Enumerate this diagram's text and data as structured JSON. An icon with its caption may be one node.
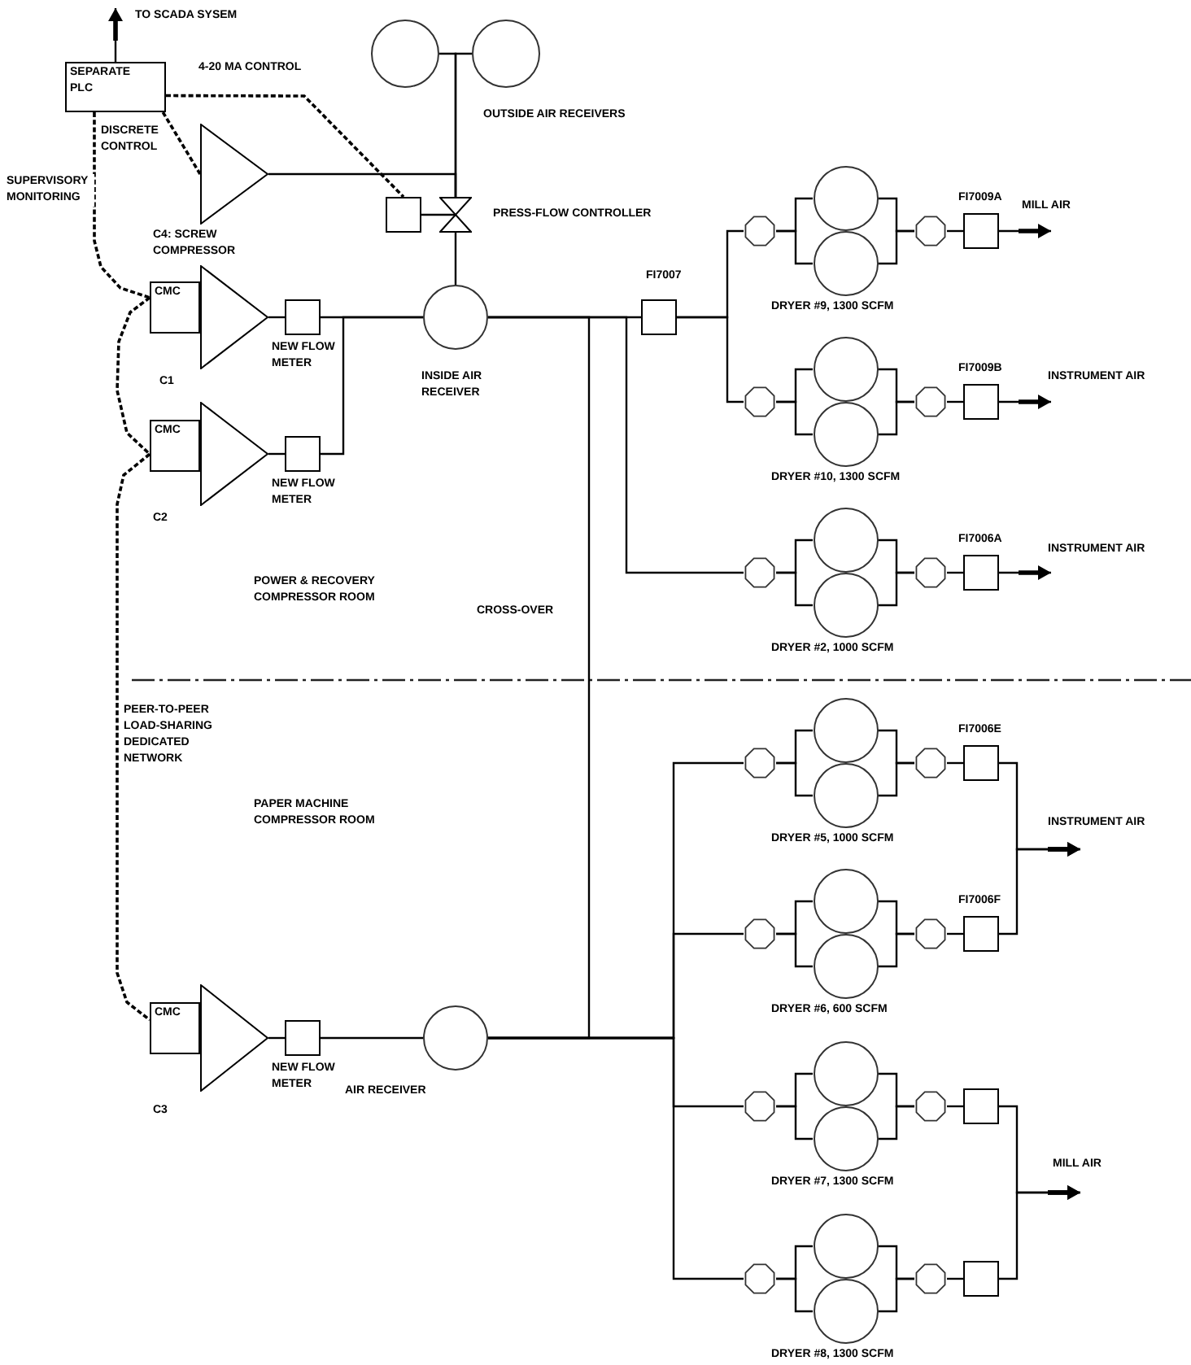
{
  "diagram": {
    "nodes": [
      {
        "text": [
          "SEPARATE PLC"
        ]
      },
      {
        "text": [],
        "shape": "circle"
      },
      {
        "text": [],
        "shape": "circle"
      },
      {
        "text": [],
        "shape": "triangle",
        "beside": [
          "C4: SCREW COMPRESSOR"
        ]
      },
      {
        "text": [],
        "shape": "box"
      },
      {
        "text": [],
        "shape": "valve",
        "beside": [
          "PRESS-FLOW CONTROLLER"
        ]
      },
      {
        "text": [
          "CMC"
        ]
      },
      {
        "text": [],
        "shape": "triangle",
        "beside": [
          "C1"
        ]
      },
      {
        "text": [],
        "shape": "box",
        "beside": [
          "NEW FLOW METER"
        ]
      },
      {
        "text": [
          "CMC"
        ]
      },
      {
        "text": [],
        "shape": "triangle",
        "beside": [
          "C2"
        ]
      },
      {
        "text": [],
        "shape": "box",
        "beside": [
          "NEW FLOW METER"
        ]
      },
      {
        "text": [],
        "shape": "circle",
        "beside": [
          "INSIDE AIR RECEIVER"
        ]
      },
      {
        "text": [],
        "shape": "box",
        "beside": [
          "FI7007"
        ]
      },
      {
        "text": [],
        "shape": "octagon"
      },
      {
        "text": [],
        "shape": "circle"
      },
      {
        "text": [],
        "shape": "circle",
        "beside": [
          "DRYER #9, 1300 SCFM"
        ]
      },
      {
        "text": [],
        "shape": "octagon"
      },
      {
        "text": [],
        "shape": "box",
        "beside": [
          "FI7009A"
        ]
      },
      {
        "text": [],
        "shape": "octagon"
      },
      {
        "text": [],
        "shape": "circle"
      },
      {
        "text": [],
        "shape": "circle",
        "beside": [
          "DRYER #10, 1300 SCFM"
        ]
      },
      {
        "text": [],
        "shape": "octagon"
      },
      {
        "text": [],
        "shape": "box",
        "beside": [
          "FI7009B"
        ]
      },
      {
        "text": [],
        "shape": "octagon"
      },
      {
        "text": [],
        "shape": "circle"
      },
      {
        "text": [],
        "shape": "circle",
        "beside": [
          "DRYER #2, 1000 SCFM"
        ]
      },
      {
        "text": [],
        "shape": "octagon"
      },
      {
        "text": [],
        "shape": "box",
        "beside": [
          "FI7006A"
        ]
      },
      {
        "text": [
          "CMC"
        ]
      },
      {
        "text": [],
        "shape": "triangle",
        "beside": [
          "C3"
        ]
      },
      {
        "text": [],
        "shape": "box",
        "beside": [
          "NEW FLOW METER"
        ]
      },
      {
        "text": [],
        "shape": "circle",
        "beside": [
          "AIR RECEIVER"
        ]
      },
      {
        "text": [],
        "shape": "octagon"
      },
      {
        "text": [],
        "shape": "circle"
      },
      {
        "text": [],
        "shape": "circle",
        "beside": [
          "DRYER #5, 1000 SCFM"
        ]
      },
      {
        "text": [],
        "shape": "octagon"
      },
      {
        "text": [],
        "shape": "box",
        "beside": [
          "FI7006E"
        ]
      },
      {
        "text": [],
        "shape": "octagon"
      },
      {
        "text": [],
        "shape": "circle"
      },
      {
        "text": [],
        "shape": "circle",
        "beside": [
          "DRYER #6, 600 SCFM"
        ]
      },
      {
        "text": [],
        "shape": "octagon"
      },
      {
        "text": [],
        "shape": "box",
        "beside": [
          "FI7006F"
        ]
      },
      {
        "text": [],
        "shape": "octagon"
      },
      {
        "text": [],
        "shape": "circle"
      },
      {
        "text": [],
        "shape": "circle",
        "beside": [
          "DRYER #7, 1300 SCFM"
        ]
      },
      {
        "text": [],
        "shape": "octagon"
      },
      {
        "text": [],
        "shape": "box"
      },
      {
        "text": [],
        "shape": "octagon"
      },
      {
        "text": [],
        "shape": "circle"
      },
      {
        "text": [],
        "shape": "circle",
        "beside": [
          "DRYER #8, 1300 SCFM"
        ]
      },
      {
        "text": [],
        "shape": "octagon"
      },
      {
        "text": [],
        "shape": "box"
      }
    ],
    "edges": [
      {
        "from": 0,
        "to": null,
        "arrow": "to",
        "label": "TO SCADA SYSEM"
      },
      {
        "from": 0,
        "to": 4,
        "arrow": "none",
        "style": "dashed",
        "label": "4-20 MA CONTROL"
      },
      {
        "from": 0,
        "to": 3,
        "arrow": "none",
        "style": "dashed",
        "label": "DISCRETE CONTROL"
      },
      {
        "from": 0,
        "to": 6,
        "arrow": "none",
        "style": "dashed",
        "label": "SUPERVISORY MONITORING"
      },
      {
        "from": 6,
        "to": 9,
        "arrow": "none",
        "style": "dashed"
      },
      {
        "from": 9,
        "to": 29,
        "arrow": "none",
        "style": "dashed",
        "label": "PEER-TO-PEER LOAD-SHARING DEDICATED NETWORK"
      },
      {
        "from": 1,
        "to": 5,
        "arrow": "none"
      },
      {
        "from": 2,
        "to": 5,
        "arrow": "none"
      },
      {
        "from": 3,
        "to": 5,
        "arrow": "none"
      },
      {
        "from": 4,
        "to": 5,
        "arrow": "none"
      },
      {
        "from": 5,
        "to": 12,
        "arrow": "none"
      },
      {
        "from": 7,
        "to": 8,
        "arrow": "none"
      },
      {
        "from": 10,
        "to": 11,
        "arrow": "none"
      },
      {
        "from": 8,
        "to": 12,
        "arrow": "none"
      },
      {
        "from": 11,
        "to": 12,
        "arrow": "none"
      },
      {
        "from": 12,
        "to": 13,
        "arrow": "none"
      },
      {
        "from": 12,
        "to": 24,
        "arrow": "none"
      },
      {
        "from": 12,
        "to": 32,
        "arrow": "none",
        "label": "CROSS-OVER"
      },
      {
        "from": 13,
        "to": 14,
        "arrow": "none"
      },
      {
        "from": 13,
        "to": 19,
        "arrow": "none"
      },
      {
        "from": 14,
        "to": 15,
        "arrow": "none"
      },
      {
        "from": 14,
        "to": 16,
        "arrow": "none"
      },
      {
        "from": 15,
        "to": 17,
        "arrow": "none"
      },
      {
        "from": 16,
        "to": 17,
        "arrow": "none"
      },
      {
        "from": 17,
        "to": 18,
        "arrow": "none"
      },
      {
        "from": 19,
        "to": 20,
        "arrow": "none"
      },
      {
        "from": 19,
        "to": 21,
        "arrow": "none"
      },
      {
        "from": 20,
        "to": 22,
        "arrow": "none"
      },
      {
        "from": 21,
        "to": 22,
        "arrow": "none"
      },
      {
        "from": 22,
        "to": 23,
        "arrow": "none"
      },
      {
        "from": 24,
        "to": 25,
        "arrow": "none"
      },
      {
        "from": 24,
        "to": 26,
        "arrow": "none"
      },
      {
        "from": 25,
        "to": 27,
        "arrow": "none"
      },
      {
        "from": 26,
        "to": 27,
        "arrow": "none"
      },
      {
        "from": 27,
        "to": 28,
        "arrow": "none"
      },
      {
        "from": 18,
        "to": null,
        "arrow": "to",
        "label": "MILL AIR"
      },
      {
        "from": 23,
        "to": null,
        "arrow": "to",
        "label": "INSTRUMENT AIR"
      },
      {
        "from": 28,
        "to": null,
        "arrow": "to",
        "label": "INSTRUMENT AIR"
      },
      {
        "from": 30,
        "to": 31,
        "arrow": "none"
      },
      {
        "from": 31,
        "to": 32,
        "arrow": "none"
      },
      {
        "from": 32,
        "to": 33,
        "arrow": "none"
      },
      {
        "from": 32,
        "to": 38,
        "arrow": "none"
      },
      {
        "from": 32,
        "to": 43,
        "arrow": "none"
      },
      {
        "from": 32,
        "to": 48,
        "arrow": "none"
      },
      {
        "from": 33,
        "to": 34,
        "arrow": "none"
      },
      {
        "from": 33,
        "to": 35,
        "arrow": "none"
      },
      {
        "from": 34,
        "to": 36,
        "arrow": "none"
      },
      {
        "from": 35,
        "to": 36,
        "arrow": "none"
      },
      {
        "from": 36,
        "to": 37,
        "arrow": "none"
      },
      {
        "from": 38,
        "to": 39,
        "arrow": "none"
      },
      {
        "from": 38,
        "to": 40,
        "arrow": "none"
      },
      {
        "from": 39,
        "to": 41,
        "arrow": "none"
      },
      {
        "from": 40,
        "to": 41,
        "arrow": "none"
      },
      {
        "from": 41,
        "to": 42,
        "arrow": "none"
      },
      {
        "from": 43,
        "to": 44,
        "arrow": "none"
      },
      {
        "from": 43,
        "to": 45,
        "arrow": "none"
      },
      {
        "from": 44,
        "to": 46,
        "arrow": "none"
      },
      {
        "from": 45,
        "to": 46,
        "arrow": "none"
      },
      {
        "from": 46,
        "to": 47,
        "arrow": "none"
      },
      {
        "from": 48,
        "to": 49,
        "arrow": "none"
      },
      {
        "from": 48,
        "to": 50,
        "arrow": "none"
      },
      {
        "from": 49,
        "to": 51,
        "arrow": "none"
      },
      {
        "from": 50,
        "to": 51,
        "arrow": "none"
      },
      {
        "from": 51,
        "to": 52,
        "arrow": "none"
      },
      {
        "from": 37,
        "to": null,
        "arrow": "to",
        "label": "INSTRUMENT AIR"
      },
      {
        "from": 42,
        "to": null,
        "arrow": "to"
      },
      {
        "from": 47,
        "to": null,
        "arrow": "to",
        "label": "MILL AIR"
      },
      {
        "from": 52,
        "to": null,
        "arrow": "to"
      }
    ],
    "labels": [
      "OUTSIDE AIR RECEIVERS",
      "POWER & RECOVERY COMPRESSOR ROOM",
      "PAPER MACHINE COMPRESSOR ROOM"
    ]
  }
}
